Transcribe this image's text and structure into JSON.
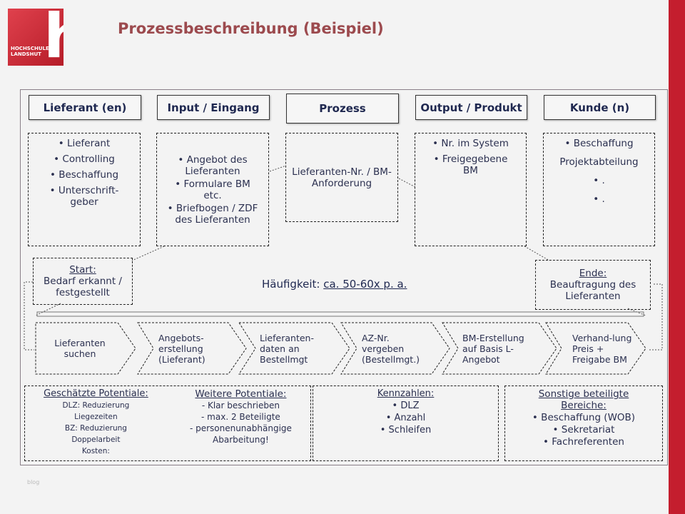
{
  "header": {
    "title": "Prozessbeschreibung (Beispiel)",
    "logo_text": "HOCHSCHULE LANDSHUT"
  },
  "columns": [
    {
      "label": "Lieferant (en)",
      "items": [
        "• Lieferant",
        "• Controlling",
        "• Beschaffung",
        "• Unterschrift-geber"
      ]
    },
    {
      "label": "Input / Eingang",
      "items": [
        "• Angebot des Lieferanten",
        "• Formulare BM etc.",
        "• Briefbogen / ZDF des Lieferanten"
      ]
    },
    {
      "label": "Prozess",
      "items": [
        "Lieferanten-Nr. / BM-Anforderung"
      ]
    },
    {
      "label": "Output / Produkt",
      "items": [
        "• Nr. im System",
        "• Freigegebene BM"
      ]
    },
    {
      "label": "Kunde (n)",
      "items": [
        "• Beschaffung",
        "Projektabteilung",
        "• .",
        "• ."
      ]
    }
  ],
  "start": {
    "label": "Start:",
    "text": "Bedarf erkannt / festgestellt"
  },
  "end": {
    "label": "Ende:",
    "text": "Beauftragung des Lieferanten"
  },
  "frequency": {
    "label": "Häufigkeit:",
    "value": "ca. 50-60x p. a."
  },
  "steps": [
    "Lieferanten suchen",
    "Angebots-erstellung (Lieferant)",
    "Lieferanten-daten an Bestellmgt",
    "AZ-Nr. vergeben (Bestellmgt.)",
    "BM-Erstellung auf Basis L-Angebot",
    "Verhand-lung Preis + Freigabe BM"
  ],
  "bottom": {
    "estimated": {
      "title": "Geschätzte Potentiale:",
      "lines": [
        "DLZ: Reduzierung",
        "Liegezeiten",
        "BZ:   Reduzierung",
        "Doppelarbeit",
        "Kosten:"
      ]
    },
    "further": {
      "title": "Weitere Potentiale:",
      "lines": [
        "- Klar beschrieben",
        "- max. 2 Beteiligte",
        "- personenunabhängige",
        "Abarbeitung!"
      ]
    },
    "kpis": {
      "title": "Kennzahlen:",
      "lines": [
        "• DLZ",
        "• Anzahl",
        "• Schleifen"
      ]
    },
    "others": {
      "title": "Sonstige beteiligte Bereiche:",
      "lines": [
        "• Beschaffung (WOB)",
        "• Sekretariat",
        "• Fachreferenten"
      ]
    }
  },
  "footer": "blog"
}
